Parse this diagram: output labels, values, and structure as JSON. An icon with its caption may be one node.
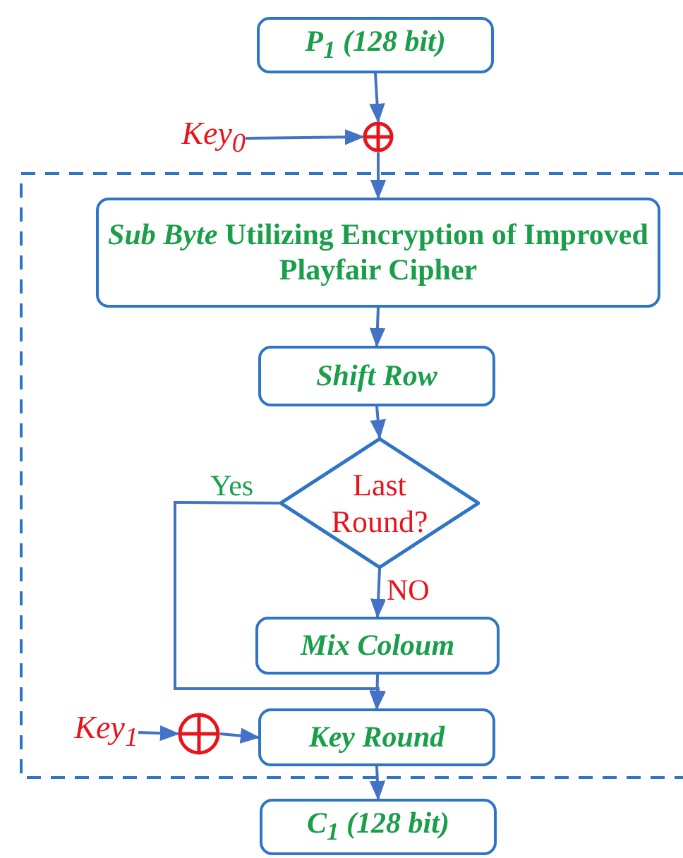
{
  "diagram": {
    "nodes": [
      {
        "text": [],
        "shape": "box"
      },
      {
        "text": [
          "P$_{1}$ (128 bit)"
        ]
      },
      {
        "text": [
          "Key$_{0}$"
        ]
      },
      {
        "text": [],
        "shape": "circle"
      },
      {
        "text": [
          "*Sub Byte* Utilizing Encryption of Improved Playfair Cipher"
        ],
        "in": 0
      },
      {
        "text": [
          "Shift Row"
        ],
        "in": 0
      },
      {
        "text": [
          "Last Round?"
        ],
        "in": 0
      },
      {
        "text": [
          "Mix Coloum"
        ],
        "in": 0
      },
      {
        "text": [
          "Key$_{1}$"
        ],
        "in": 0
      },
      {
        "text": [],
        "shape": "circle",
        "in": 0
      },
      {
        "text": [
          "Key Round"
        ],
        "in": 0
      },
      {
        "text": [
          "C$_{1}$ (128 bit)"
        ]
      }
    ],
    "edges": [
      {
        "from": 1,
        "to": 3,
        "arrow": "to"
      },
      {
        "from": 2,
        "to": 3,
        "arrow": "to"
      },
      {
        "from": 3,
        "to": 4,
        "arrow": "to"
      },
      {
        "from": 4,
        "to": 5,
        "arrow": "to"
      },
      {
        "from": 5,
        "to": 6,
        "arrow": "to"
      },
      {
        "from": 6,
        "to": 7,
        "arrow": "to",
        "label": "NO"
      },
      {
        "from": 6,
        "to": 10,
        "arrow": "to",
        "label": "Yes"
      },
      {
        "from": 7,
        "to": 10,
        "arrow": "to"
      },
      {
        "from": 8,
        "to": 9,
        "arrow": "to"
      },
      {
        "from": 9,
        "to": 10,
        "arrow": "to"
      },
      {
        "from": 10,
        "to": 11,
        "arrow": "to"
      }
    ]
  }
}
